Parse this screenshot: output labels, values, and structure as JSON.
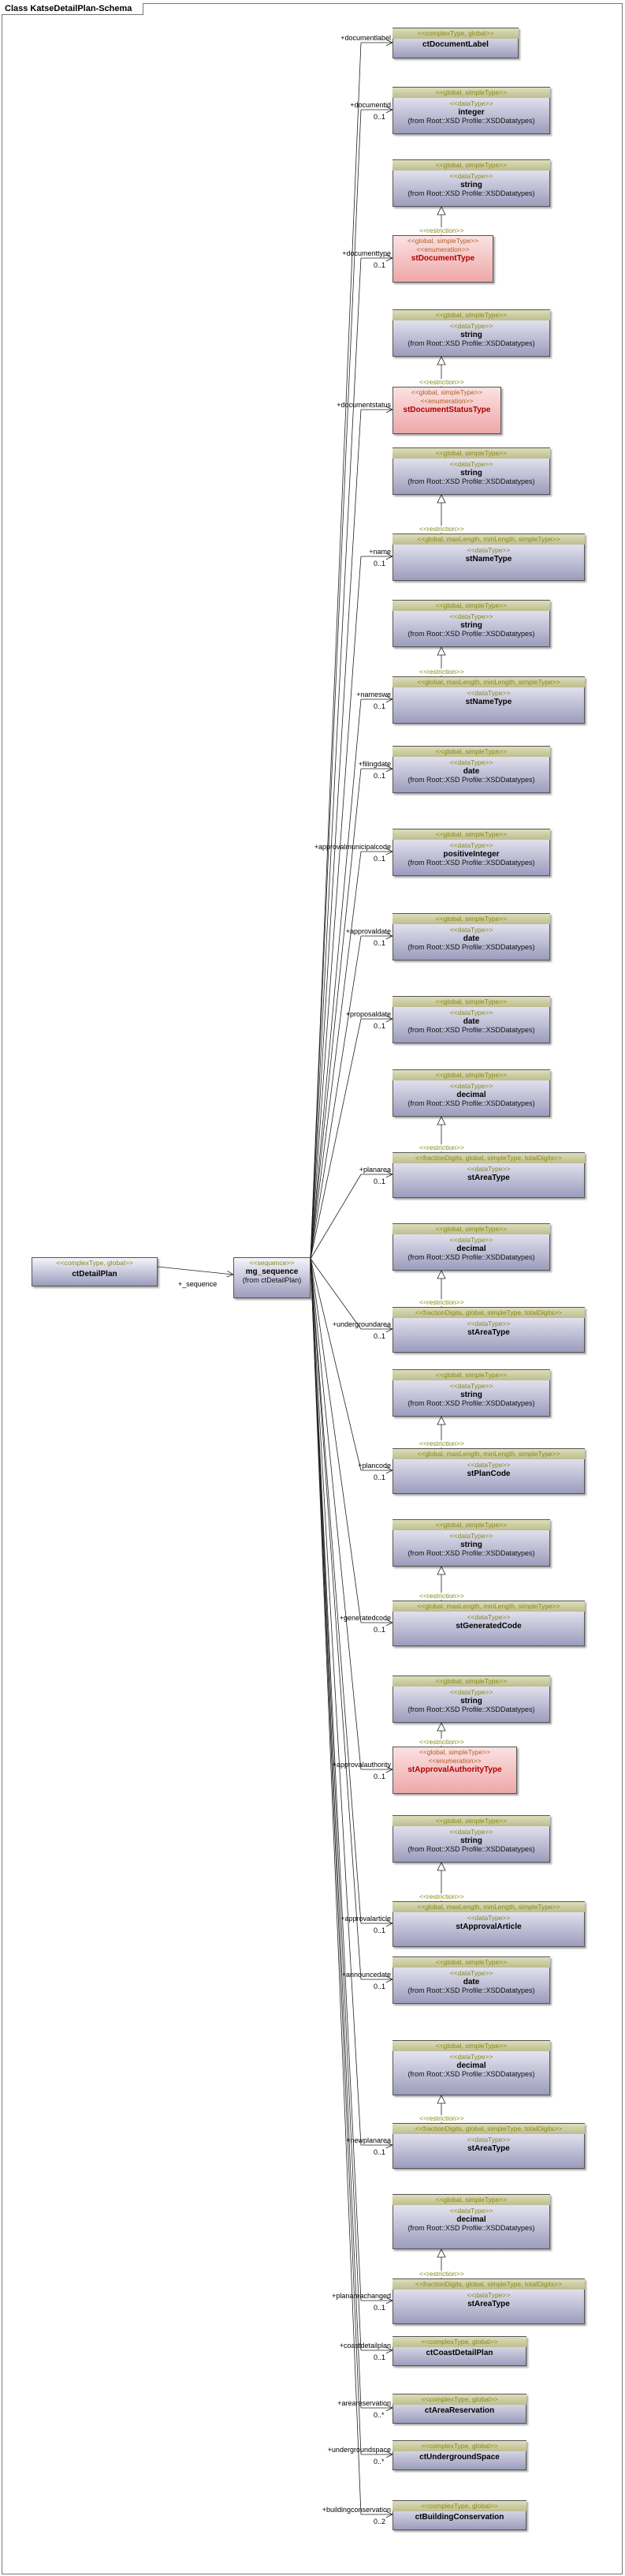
{
  "title": "Class KatseDetailPlan-Schema",
  "root": {
    "stereo": "<<complexType, global>>",
    "name": "ctDetailPlan"
  },
  "seq": {
    "stereo": "<<sequence>>",
    "name": "mg_sequence",
    "from": "(from ctDetailPlan)",
    "role": "+_sequence"
  },
  "restriction_label": "<<restriction>>",
  "types": [
    {
      "id": "t1",
      "lines": [
        "<<complexType, global>>"
      ],
      "name": "ctDocumentLabel",
      "style": "plain"
    },
    {
      "id": "t2",
      "lines": [
        "<<global, simpleType>>",
        "<<dataType>>"
      ],
      "name": "integer",
      "from": "(from Root::XSD Profile::XSDDatatypes)",
      "style": "plain"
    },
    {
      "id": "t3",
      "lines": [
        "<<global, simpleType>>",
        "<<dataType>>"
      ],
      "name": "string",
      "from": "(from Root::XSD Profile::XSDDatatypes)",
      "style": "plain"
    },
    {
      "id": "t4",
      "lines": [
        "<<global, simpleType>>",
        "<<enumeration>>"
      ],
      "name": "stDocumentType",
      "style": "pink"
    },
    {
      "id": "t5",
      "lines": [
        "<<global, simpleType>>",
        "<<dataType>>"
      ],
      "name": "string",
      "from": "(from Root::XSD Profile::XSDDatatypes)",
      "style": "plain"
    },
    {
      "id": "t6",
      "lines": [
        "<<global, simpleType>>",
        "<<enumeration>>"
      ],
      "name": "stDocumentStatusType",
      "style": "pink"
    },
    {
      "id": "t7",
      "lines": [
        "<<global, simpleType>>",
        "<<dataType>>"
      ],
      "name": "string",
      "from": "(from Root::XSD Profile::XSDDatatypes)",
      "style": "plain"
    },
    {
      "id": "t8",
      "lines": [
        "<<global, maxLength, minLength, simpleType>>",
        "<<dataType>>"
      ],
      "name": "stNameType",
      "style": "plain"
    },
    {
      "id": "t9",
      "lines": [
        "<<global, simpleType>>",
        "<<dataType>>"
      ],
      "name": "string",
      "from": "(from Root::XSD Profile::XSDDatatypes)",
      "style": "plain"
    },
    {
      "id": "t10",
      "lines": [
        "<<global, maxLength, minLength, simpleType>>",
        "<<dataType>>"
      ],
      "name": "stNameType",
      "style": "plain"
    },
    {
      "id": "t11",
      "lines": [
        "<<global, simpleType>>",
        "<<dataType>>"
      ],
      "name": "date",
      "from": "(from Root::XSD Profile::XSDDatatypes)",
      "style": "plain"
    },
    {
      "id": "t12",
      "lines": [
        "<<global, simpleType>>",
        "<<dataType>>"
      ],
      "name": "positiveInteger",
      "from": "(from Root::XSD Profile::XSDDatatypes)",
      "style": "plain"
    },
    {
      "id": "t13",
      "lines": [
        "<<global, simpleType>>",
        "<<dataType>>"
      ],
      "name": "date",
      "from": "(from Root::XSD Profile::XSDDatatypes)",
      "style": "plain"
    },
    {
      "id": "t14",
      "lines": [
        "<<global, simpleType>>",
        "<<dataType>>"
      ],
      "name": "date",
      "from": "(from Root::XSD Profile::XSDDatatypes)",
      "style": "plain"
    },
    {
      "id": "t15",
      "lines": [
        "<<global, simpleType>>",
        "<<dataType>>"
      ],
      "name": "decimal",
      "from": "(from Root::XSD Profile::XSDDatatypes)",
      "style": "plain"
    },
    {
      "id": "t16",
      "lines": [
        "<<fractionDigits, global, simpleType, totalDigits>>",
        "<<dataType>>"
      ],
      "name": "stAreaType",
      "style": "plain"
    },
    {
      "id": "t17",
      "lines": [
        "<<global, simpleType>>",
        "<<dataType>>"
      ],
      "name": "decimal",
      "from": "(from Root::XSD Profile::XSDDatatypes)",
      "style": "plain"
    },
    {
      "id": "t18",
      "lines": [
        "<<fractionDigits, global, simpleType, totalDigits>>",
        "<<dataType>>"
      ],
      "name": "stAreaType",
      "style": "plain"
    },
    {
      "id": "t19",
      "lines": [
        "<<global, simpleType>>",
        "<<dataType>>"
      ],
      "name": "string",
      "from": "(from Root::XSD Profile::XSDDatatypes)",
      "style": "plain"
    },
    {
      "id": "t20",
      "lines": [
        "<<global, maxLength, minLength, simpleType>>",
        "<<dataType>>"
      ],
      "name": "stPlanCode",
      "style": "plain"
    },
    {
      "id": "t21",
      "lines": [
        "<<global, simpleType>>",
        "<<dataType>>"
      ],
      "name": "string",
      "from": "(from Root::XSD Profile::XSDDatatypes)",
      "style": "plain"
    },
    {
      "id": "t22",
      "lines": [
        "<<global, maxLength, minLength, simpleType>>",
        "<<dataType>>"
      ],
      "name": "stGeneratedCode",
      "style": "plain"
    },
    {
      "id": "t23",
      "lines": [
        "<<global, simpleType>>",
        "<<dataType>>"
      ],
      "name": "string",
      "from": "(from Root::XSD Profile::XSDDatatypes)",
      "style": "plain"
    },
    {
      "id": "t24",
      "lines": [
        "<<global, simpleType>>",
        "<<enumeration>>"
      ],
      "name": "stApprovalAuthorityType",
      "style": "pink"
    },
    {
      "id": "t25",
      "lines": [
        "<<global, simpleType>>",
        "<<dataType>>"
      ],
      "name": "string",
      "from": "(from Root::XSD Profile::XSDDatatypes)",
      "style": "plain"
    },
    {
      "id": "t26",
      "lines": [
        "<<global, maxLength, minLength, simpleType>>",
        "<<dataType>>"
      ],
      "name": "stApprovalArticle",
      "style": "plain"
    },
    {
      "id": "t27",
      "lines": [
        "<<global, simpleType>>",
        "<<dataType>>"
      ],
      "name": "date",
      "from": "(from Root::XSD Profile::XSDDatatypes)",
      "style": "plain"
    },
    {
      "id": "t28",
      "lines": [
        "<<global, simpleType>>",
        "<<dataType>>"
      ],
      "name": "decimal",
      "from": "(from Root::XSD Profile::XSDDatatypes)",
      "style": "plain"
    },
    {
      "id": "t29",
      "lines": [
        "<<fractionDigits, global, simpleType, totalDigits>>",
        "<<dataType>>"
      ],
      "name": "stAreaType",
      "style": "plain"
    },
    {
      "id": "t30",
      "lines": [
        "<<global, simpleType>>",
        "<<dataType>>"
      ],
      "name": "decimal",
      "from": "(from Root::XSD Profile::XSDDatatypes)",
      "style": "plain"
    },
    {
      "id": "t31",
      "lines": [
        "<<fractionDigits, global, simpleType, totalDigits>>",
        "<<dataType>>"
      ],
      "name": "stAreaType",
      "style": "plain"
    },
    {
      "id": "t32",
      "lines": [
        "<<complexType, global>>"
      ],
      "name": "ctCoastDetailPlan",
      "style": "plain"
    },
    {
      "id": "t33",
      "lines": [
        "<<complexType, global>>"
      ],
      "name": "ctAreaReservation",
      "style": "plain"
    },
    {
      "id": "t34",
      "lines": [
        "<<complexType, global>>"
      ],
      "name": "ctUndergroundSpace",
      "style": "plain"
    },
    {
      "id": "t35",
      "lines": [
        "<<complexType, global>>"
      ],
      "name": "ctBuildingConservation",
      "style": "plain"
    }
  ],
  "restrictions": [
    [
      "t3",
      "t4"
    ],
    [
      "t5",
      "t6"
    ],
    [
      "t7",
      "t8"
    ],
    [
      "t9",
      "t10"
    ],
    [
      "t15",
      "t16"
    ],
    [
      "t17",
      "t18"
    ],
    [
      "t19",
      "t20"
    ],
    [
      "t21",
      "t22"
    ],
    [
      "t23",
      "t24"
    ],
    [
      "t25",
      "t26"
    ],
    [
      "t28",
      "t29"
    ],
    [
      "t30",
      "t31"
    ]
  ],
  "links": [
    {
      "label": "+documentlabel",
      "target": "t1",
      "mult": ""
    },
    {
      "label": "+documentid",
      "target": "t2",
      "mult": "0..1"
    },
    {
      "label": "+documenttype",
      "target": "t4",
      "mult": "0..1"
    },
    {
      "label": "+documentstatus",
      "target": "t6",
      "mult": ""
    },
    {
      "label": "+name",
      "target": "t8",
      "mult": "0..1"
    },
    {
      "label": "+nameswe",
      "target": "t10",
      "mult": "0..1"
    },
    {
      "label": "+filingdate",
      "target": "t11",
      "mult": "0..1"
    },
    {
      "label": "+approvalmunicipalcode",
      "target": "t12",
      "mult": "0..1"
    },
    {
      "label": "+approvaldate",
      "target": "t13",
      "mult": "0..1"
    },
    {
      "label": "+proposaldate",
      "target": "t14",
      "mult": "0..1"
    },
    {
      "label": "+planarea",
      "target": "t16",
      "mult": "0..1"
    },
    {
      "label": "+undergroundarea",
      "target": "t18",
      "mult": "0..1"
    },
    {
      "label": "+plancode",
      "target": "t20",
      "mult": "0..1"
    },
    {
      "label": "+generatedcode",
      "target": "t22",
      "mult": "0..1"
    },
    {
      "label": "+approvalauthority",
      "target": "t24",
      "mult": "0..1"
    },
    {
      "label": "+approvalarticle",
      "target": "t26",
      "mult": "0..1"
    },
    {
      "label": "+announcedate",
      "target": "t27",
      "mult": "0..1"
    },
    {
      "label": "+newplanarea",
      "target": "t29",
      "mult": "0..1"
    },
    {
      "label": "+planareachanged",
      "target": "t31",
      "mult": "0..1"
    },
    {
      "label": "+coastdetailplan",
      "target": "t32",
      "mult": "0..1"
    },
    {
      "label": "+areareservation",
      "target": "t33",
      "mult": "0..*"
    },
    {
      "label": "+undergroundspace",
      "target": "t34",
      "mult": "0..*"
    },
    {
      "label": "+buildingconservation",
      "target": "t35",
      "mult": "0..2"
    }
  ]
}
